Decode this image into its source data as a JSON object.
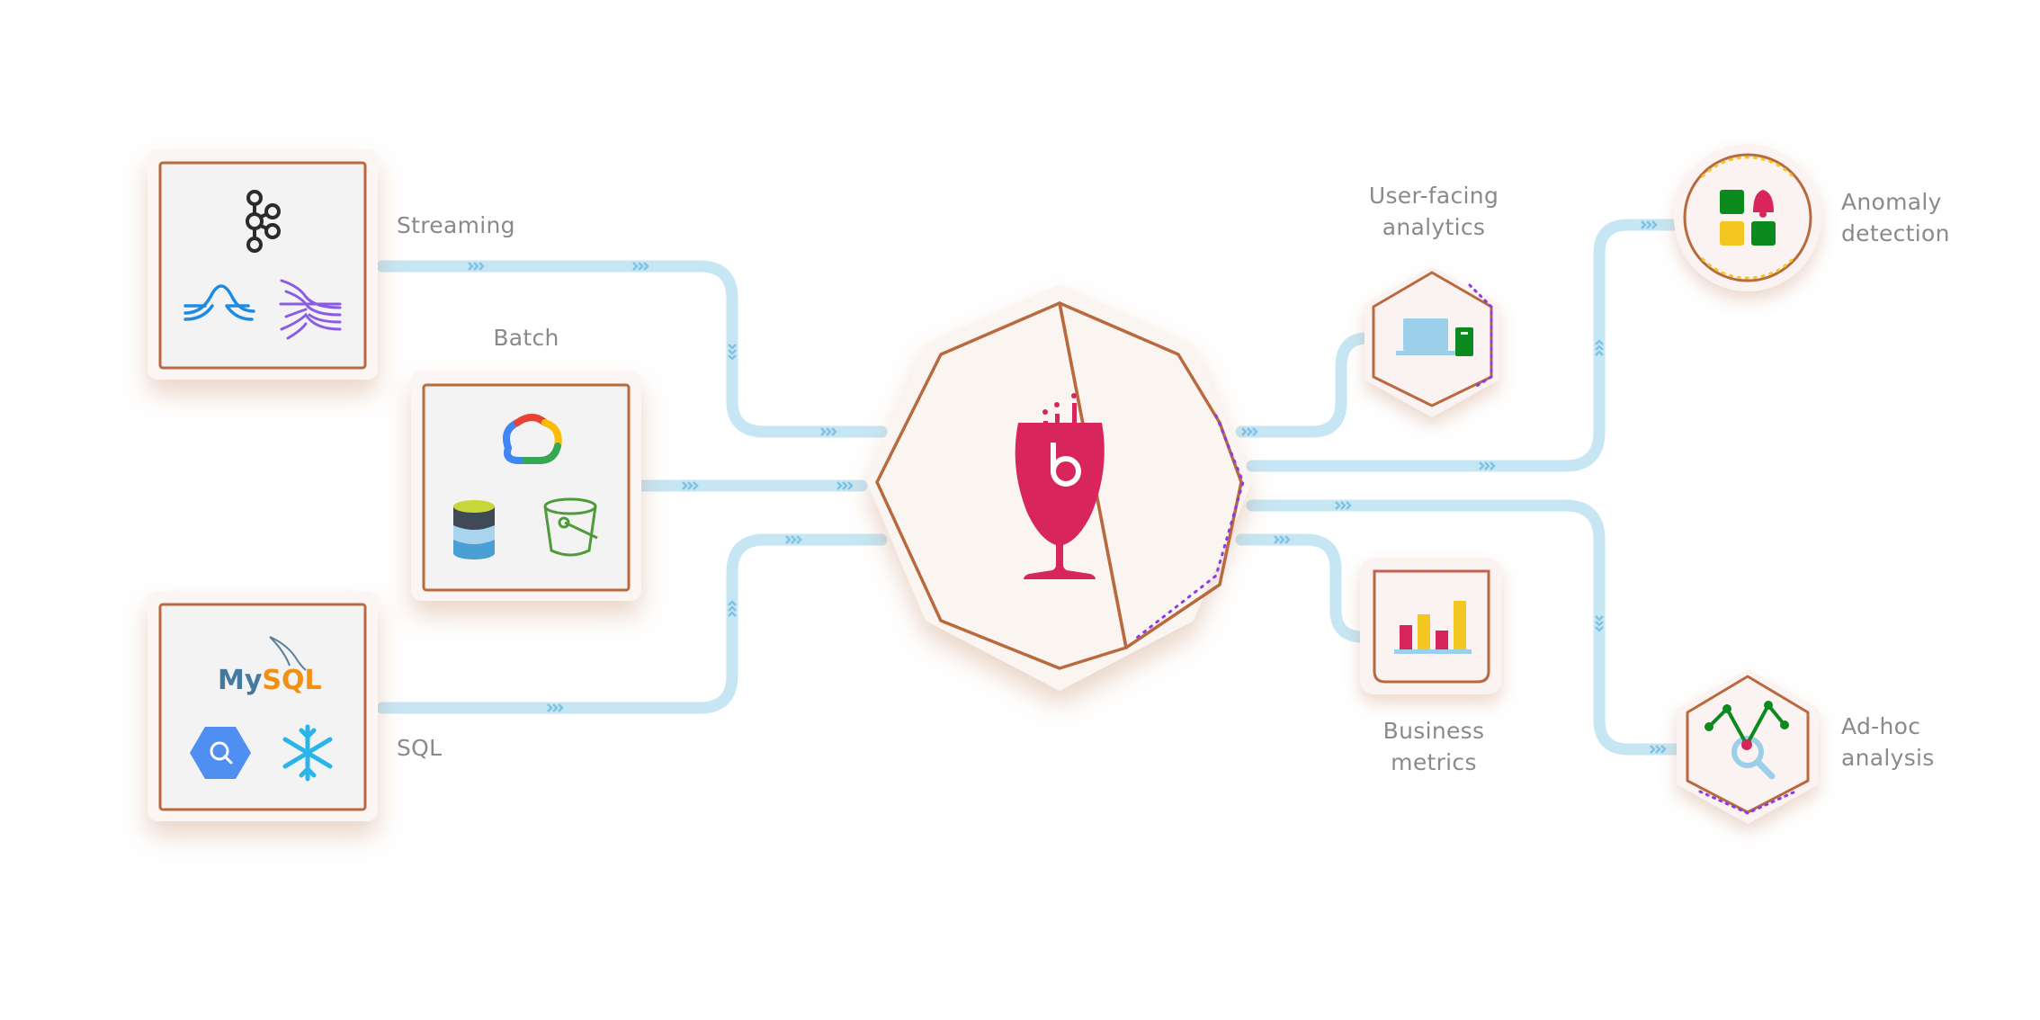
{
  "labels": {
    "streaming": "Streaming",
    "batch": "Batch",
    "sql": "SQL",
    "user_facing_analytics": [
      "User-facing",
      "analytics"
    ],
    "anomaly_detection": [
      "Anomaly",
      "detection"
    ],
    "business_metrics": [
      "Business",
      "metrics"
    ],
    "adhoc_analysis": [
      "Ad-hoc",
      "analysis"
    ]
  },
  "logos": {
    "mysql": "MySQL"
  },
  "colors": {
    "pipe": "#c6e6f4",
    "pipe_chevron": "#7ec3e4",
    "frame": "#b86a3e",
    "brand": "#d8255c",
    "accent_purple": "#8a3ce6",
    "accent_yellow": "#f3c622",
    "accent_green": "#0b8a1e",
    "label": "#8a8a8a"
  },
  "icons": {
    "sources_streaming": [
      "kafka-icon",
      "kinesis-icon",
      "pulsar-icon"
    ],
    "sources_batch": [
      "google-cloud-icon",
      "delta-lake-icon",
      "s3-bucket-icon"
    ],
    "sources_sql": [
      "mysql-icon",
      "bigquery-icon",
      "snowflake-icon"
    ],
    "hub": "pinot-wine-glass-icon",
    "outputs": [
      "laptop-mobile-icon",
      "alert-grid-icon",
      "bar-chart-icon",
      "magnifier-chart-icon"
    ]
  }
}
